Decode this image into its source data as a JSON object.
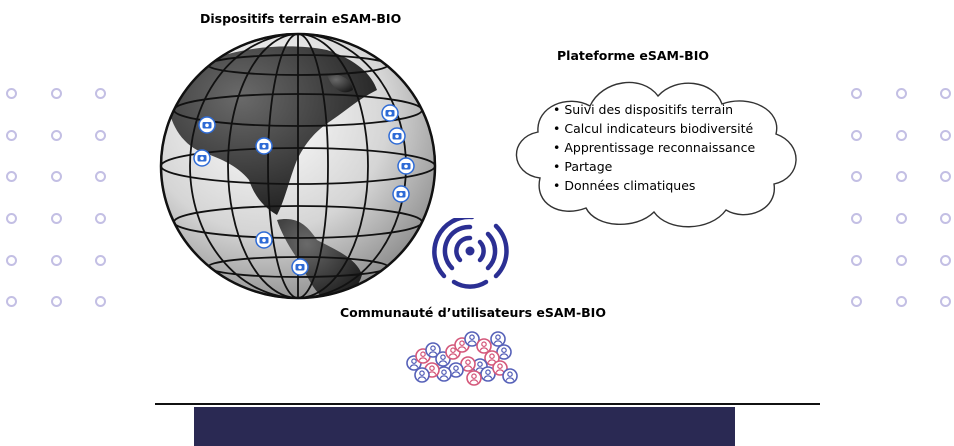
{
  "labels": {
    "devices_title": "Dispositifs terrain eSAM-BIO",
    "platform_title": "Plateforme eSAM-BIO",
    "community_title": "Communauté d’utilisateurs eSAM-BIO"
  },
  "platform_features": [
    "Suivi des dispositifs terrain",
    "Calcul indicateurs biodiversité",
    "Apprentissage reconnaissance",
    "Partage",
    "Données climatiques"
  ],
  "icons": {
    "globe": "globe-icon",
    "device_marker": "camera-marker-icon",
    "wireless": "wireless-signal-icon",
    "users": "user-icon"
  },
  "colors": {
    "accent_navy": "#2a2953",
    "signal_blue": "#2b2f93",
    "marker_blue": "#2e6bd6",
    "user_blue": "#5560b8",
    "user_pink": "#d4577a",
    "dot_lavender": "#c3bfe4"
  }
}
